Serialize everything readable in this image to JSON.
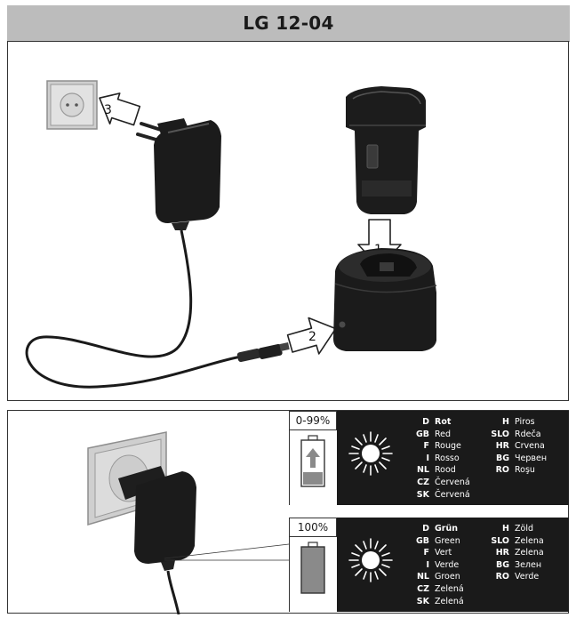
{
  "title": "LG 12-04",
  "step_labels": [
    "1",
    "2",
    "3"
  ],
  "indicators": [
    {
      "percent": "0-99%",
      "left_column": [
        {
          "code": "D",
          "word": "Rot",
          "bold": true
        },
        {
          "code": "GB",
          "word": "Red"
        },
        {
          "code": "F",
          "word": "Rouge"
        },
        {
          "code": "I",
          "word": "Rosso"
        },
        {
          "code": "NL",
          "word": "Rood"
        },
        {
          "code": "CZ",
          "word": "Červená"
        },
        {
          "code": "SK",
          "word": "Červená"
        }
      ],
      "right_column": [
        {
          "code": "H",
          "word": "Piros"
        },
        {
          "code": "SLO",
          "word": "Rdeča"
        },
        {
          "code": "HR",
          "word": "Crvena"
        },
        {
          "code": "BG",
          "word": "Червен"
        },
        {
          "code": "RO",
          "word": "Roşu"
        }
      ]
    },
    {
      "percent": "100%",
      "left_column": [
        {
          "code": "D",
          "word": "Grün",
          "bold": true
        },
        {
          "code": "GB",
          "word": "Green"
        },
        {
          "code": "F",
          "word": "Vert"
        },
        {
          "code": "I",
          "word": "Verde"
        },
        {
          "code": "NL",
          "word": "Groen"
        },
        {
          "code": "CZ",
          "word": "Zelená"
        },
        {
          "code": "SK",
          "word": "Zelená"
        }
      ],
      "right_column": [
        {
          "code": "H",
          "word": "Zöld"
        },
        {
          "code": "SLO",
          "word": "Zelena"
        },
        {
          "code": "HR",
          "word": "Zelena"
        },
        {
          "code": "BG",
          "word": "Зелен"
        },
        {
          "code": "RO",
          "word": "Verde"
        }
      ]
    }
  ]
}
